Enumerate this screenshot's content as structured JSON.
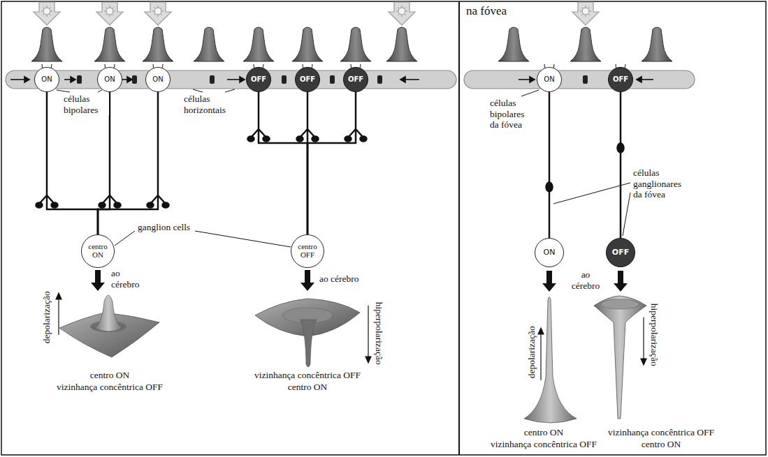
{
  "diagram": {
    "nodes": [
      {
        "text": [
          "ON"
        ]
      },
      {
        "text": [
          "ON"
        ]
      },
      {
        "text": [
          "ON"
        ]
      },
      {
        "text": [
          "OFF"
        ]
      },
      {
        "text": [
          "OFF"
        ]
      },
      {
        "text": [
          "OFF"
        ]
      },
      {
        "text": [
          "centro ON"
        ]
      },
      {
        "text": [
          "centro OFF"
        ]
      },
      {
        "text": [
          "ON"
        ]
      },
      {
        "text": [
          "OFF"
        ]
      },
      {
        "text": [
          "ON"
        ]
      },
      {
        "text": [
          "OFF"
        ]
      }
    ],
    "edges": [
      {
        "from": 0,
        "to": 6,
        "arrow": "none"
      },
      {
        "from": 1,
        "to": 6,
        "arrow": "none"
      },
      {
        "from": 2,
        "to": 6,
        "arrow": "none"
      },
      {
        "from": 3,
        "to": 7,
        "arrow": "none"
      },
      {
        "from": 4,
        "to": 7,
        "arrow": "none"
      },
      {
        "from": 5,
        "to": 7,
        "arrow": "none"
      },
      {
        "from": 8,
        "to": 10,
        "arrow": "none"
      },
      {
        "from": 9,
        "to": 11,
        "arrow": "none"
      }
    ],
    "labels": [
      "células bipolares",
      "células horizontais",
      "ganglion cells",
      "ao cérebro",
      "ao cérebro",
      "depolarização",
      "hiperpolarização",
      "centro ON",
      "vizinhança concêntrica OFF",
      "vizinhança concêntrica OFF",
      "centro ON",
      "na fóvea",
      "células bipolares da fóvea",
      "células ganglionares da fóvea",
      "ao cérebro",
      "depolarização",
      "hiperpolarização",
      "centro ON",
      "vizinhança concêntrica OFF",
      "vizinhança concêntrica OFF",
      "centro ON"
    ]
  }
}
